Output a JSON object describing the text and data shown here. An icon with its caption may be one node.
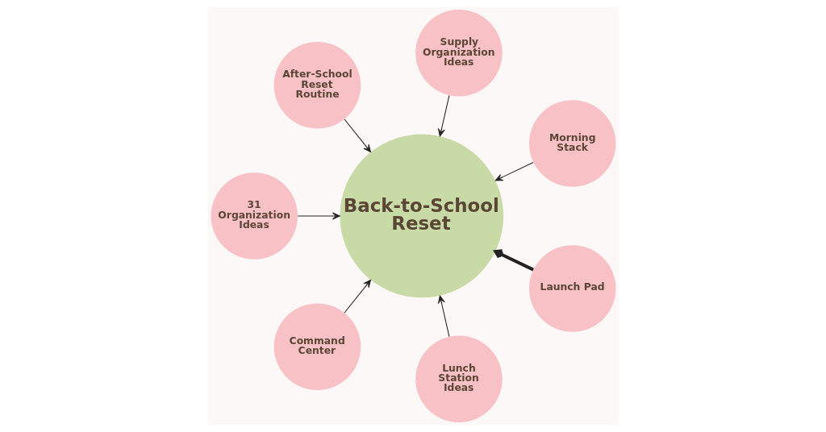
{
  "diagram": {
    "nodes": [
      {
        "text": [
          "Supply Organization Ideas"
        ]
      },
      {
        "text": [
          "Morning Stack"
        ]
      },
      {
        "text": [
          "Back-to-School Reset"
        ]
      },
      {
        "text": [
          "After-School Reset Routine"
        ]
      },
      {
        "text": [
          "Launch Pad"
        ]
      },
      {
        "text": [
          "31 Organization Ideas"
        ]
      },
      {
        "text": [
          "Lunch Station Ideas"
        ]
      },
      {
        "text": [
          "Command Center"
        ]
      }
    ],
    "edges": [
      {
        "from": 0,
        "to": 2,
        "arrow": "to"
      },
      {
        "from": 1,
        "to": 2,
        "arrow": "to"
      },
      {
        "from": 3,
        "to": 2,
        "arrow": "to"
      },
      {
        "from": 4,
        "to": 2,
        "arrow": "to",
        "style": "thick"
      },
      {
        "from": 5,
        "to": 2,
        "arrow": "to"
      },
      {
        "from": 6,
        "to": 2,
        "arrow": "to"
      },
      {
        "from": 7,
        "to": 2,
        "arrow": "to"
      }
    ]
  }
}
